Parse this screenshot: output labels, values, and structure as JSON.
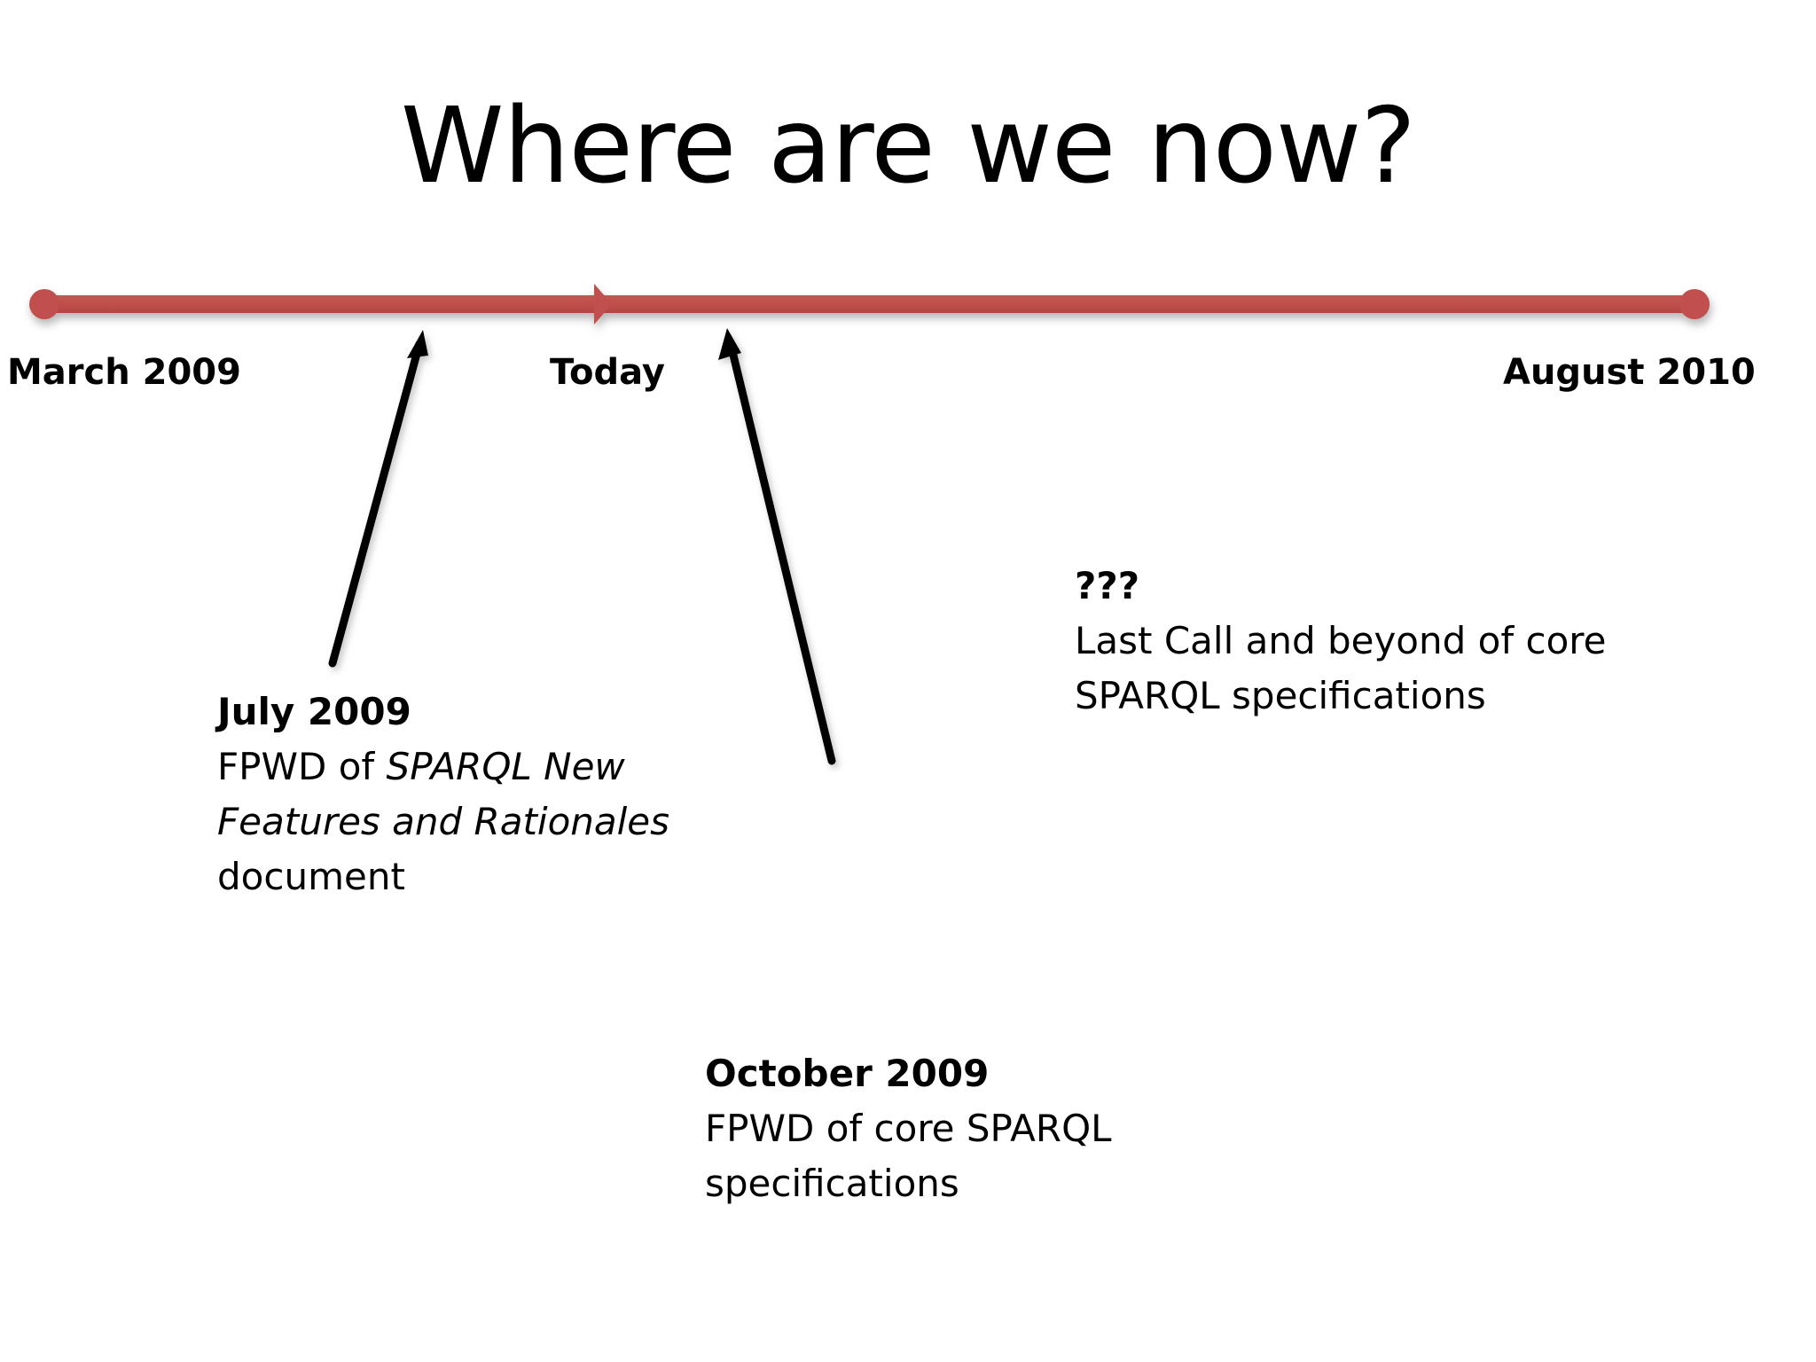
{
  "slide": {
    "title": "Where are we now?",
    "background_color": "#ffffff",
    "accent_color": "#C0504D",
    "text_color": "#000000"
  },
  "timeline": {
    "start_label": "March 2009",
    "today_label": "Today",
    "end_label": "August 2010",
    "line_color": "#C0504D",
    "arrow_color": "#C0504D",
    "start_marker": "circle-dot",
    "end_marker": "circle-dot",
    "today_marker": "arrowhead"
  },
  "notes": [
    {
      "id": "july-2009",
      "heading": "July 2009",
      "body_prefix": "FPWD of ",
      "body_emphasis": "SPARQL New Features and Rationales",
      "body_suffix": " document",
      "full_text": "FPWD of SPARQL New Features and Rationales document"
    },
    {
      "id": "october-2009",
      "heading": "October 2009",
      "body_prefix": "FPWD of core SPARQL specifications",
      "body_emphasis": "",
      "body_suffix": "",
      "full_text": "FPWD of core SPARQL specifications"
    },
    {
      "id": "future",
      "heading": "???",
      "body_prefix": "Last Call and beyond of core SPARQL specifications",
      "body_emphasis": "",
      "body_suffix": "",
      "full_text": "Last Call and beyond of core SPARQL specifications"
    }
  ],
  "connectors": [
    {
      "id": "july-connector",
      "from_note": "july-2009",
      "to_point": "between-march-and-today"
    },
    {
      "id": "october-connector",
      "from_note": "october-2009",
      "to_point": "just-after-today"
    }
  ]
}
